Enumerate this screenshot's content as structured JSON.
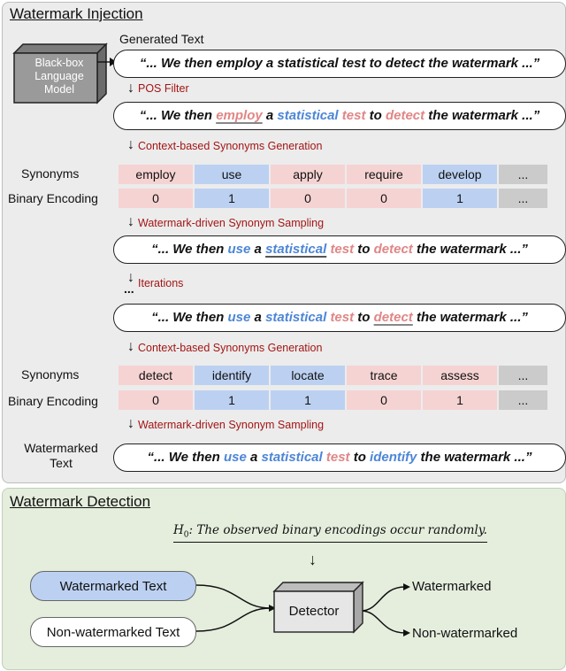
{
  "injection": {
    "title": "Watermark Injection",
    "model_label": "Black-box Language Model",
    "generated_label": "Generated Text",
    "sentence1": "“... We then employ a statistical test to detect the watermark ...”",
    "step_pos": "POS Filter",
    "sentence2_parts": [
      "“... We then ",
      "employ",
      " a ",
      "statistical",
      " ",
      "test",
      " to ",
      "detect",
      " the watermark ...”"
    ],
    "step_synonyms": "Context-based Synonyms Generation",
    "row_synonyms": "Synonyms",
    "row_binary": "Binary Encoding",
    "table1": {
      "words": [
        "employ",
        "use",
        "apply",
        "require",
        "develop",
        "..."
      ],
      "bits": [
        "0",
        "1",
        "0",
        "0",
        "1",
        "..."
      ]
    },
    "step_sampling": "Watermark-driven  Synonym Sampling",
    "sentence3_parts": [
      "“... We then ",
      "use",
      " a ",
      "statistical",
      " ",
      "test",
      " to ",
      "detect",
      " the watermark ...”"
    ],
    "iterations_dots": "...",
    "step_iterations": "Iterations",
    "sentence4_parts": [
      "“... We then ",
      "use",
      " a ",
      "statistical",
      " ",
      "test",
      " to ",
      "detect",
      " the watermark ...”"
    ],
    "table2": {
      "words": [
        "detect",
        "identify",
        "locate",
        "trace",
        "assess",
        "..."
      ],
      "bits": [
        "0",
        "1",
        "1",
        "0",
        "1",
        "..."
      ]
    },
    "watermarked_label": "Watermarked Text",
    "sentence5_parts": [
      "“... We then ",
      "use",
      " a ",
      "statistical",
      " ",
      "test",
      " to ",
      "identify",
      " the watermark ...”"
    ]
  },
  "detection": {
    "title": "Watermark Detection",
    "hypothesis_h": "H",
    "hypothesis_sub": "0",
    "hypothesis_text": ": The observed binary encodings occur randomly.",
    "input1": "Watermarked Text",
    "input2": "Non-watermarked Text",
    "detector": "Detector",
    "output1": "Watermarked",
    "output2": "Non-watermarked"
  },
  "colors": {
    "pink": "#f6d3d3",
    "blue": "#bcd1f2",
    "grey": "#cbcbcb",
    "red_text": "#a31515",
    "injection_bg": "#ececec",
    "detection_bg": "#e5eedd"
  }
}
